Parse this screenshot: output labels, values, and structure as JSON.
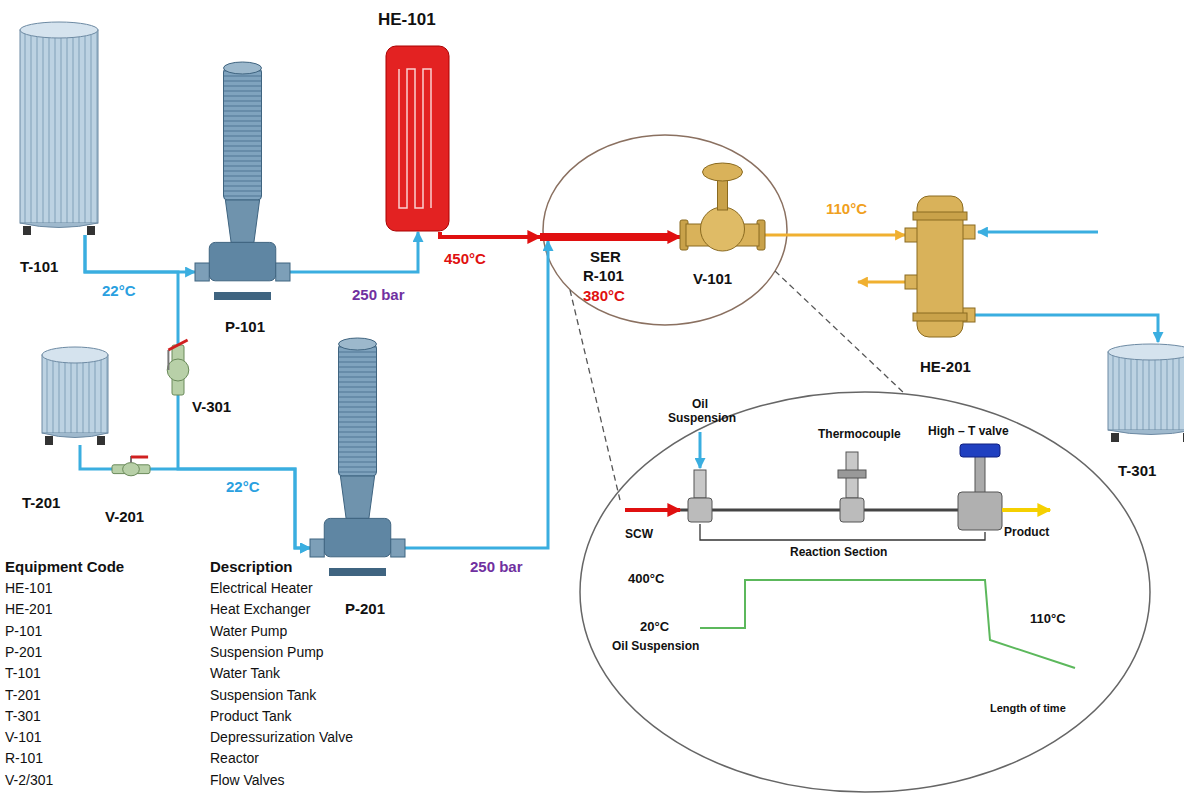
{
  "diagram": {
    "nodes": [
      {
        "text": [
          "HE-101"
        ]
      },
      {
        "text": [
          "T-101"
        ]
      },
      {
        "text": [
          "P-101"
        ]
      },
      {
        "text": [
          "SER",
          "R-101",
          "380°C"
        ]
      },
      {
        "text": [
          "V-101"
        ]
      },
      {
        "text": [
          "HE-201"
        ]
      },
      {
        "text": [
          "V-301"
        ]
      },
      {
        "text": [
          "T-201"
        ]
      },
      {
        "text": [
          "V-201"
        ]
      },
      {
        "text": [
          "P-201"
        ]
      },
      {
        "text": [
          "T-301"
        ]
      }
    ],
    "edges": [
      {
        "from": 1,
        "to": 2,
        "arrow": "to",
        "label": "22°C"
      },
      {
        "from": 1,
        "to": 6,
        "arrow": "none"
      },
      {
        "from": 2,
        "to": 0,
        "arrow": "to",
        "label": "250 bar"
      },
      {
        "from": 0,
        "to": 3,
        "arrow": "to",
        "label": "450°C"
      },
      {
        "from": 6,
        "to": 9,
        "arrow": "to"
      },
      {
        "from": 7,
        "to": 8,
        "arrow": "none"
      },
      {
        "from": 8,
        "to": 9,
        "arrow": "to",
        "label": "22°C"
      },
      {
        "from": 9,
        "to": 3,
        "arrow": "to",
        "label": "250 bar"
      },
      {
        "from": 3,
        "to": 4,
        "arrow": "to"
      },
      {
        "from": 4,
        "to": 5,
        "arrow": "to",
        "label": "110°C"
      },
      {
        "from": 5,
        "to": 10,
        "arrow": "to"
      }
    ],
    "labels": [
      "Equipment Code",
      "Description",
      "HE-101",
      "Electrical Heater",
      "HE-201",
      "Heat Exchanger",
      "P-101",
      "Water Pump",
      "P-201",
      "Suspension Pump",
      "T-101",
      "Water Tank",
      "T-201",
      "Suspension Tank",
      "T-301",
      "Product Tank",
      "V-101",
      "Depressurization Valve",
      "R-101",
      "Reactor",
      "V-2/301",
      "Flow Valves",
      "Oil Suspension",
      "Thermocouple",
      "High – T valve",
      "SCW",
      "Product",
      "Reaction Section",
      "400°C",
      "20°C",
      "110°C",
      "Oil Suspension",
      "Length of time"
    ]
  }
}
